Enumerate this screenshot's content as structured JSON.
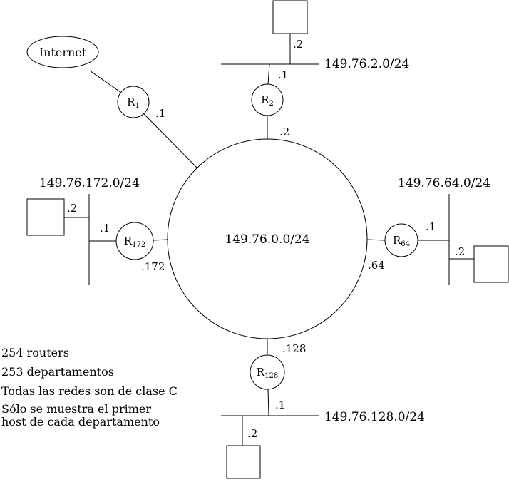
{
  "backbone": {
    "label": "149.76.0.0/24"
  },
  "internet": {
    "label": "Internet"
  },
  "routers": {
    "r1": {
      "base": "R",
      "sub": "1"
    },
    "r2": {
      "base": "R",
      "sub": "2"
    },
    "r64": {
      "base": "R",
      "sub": "64"
    },
    "r128": {
      "base": "R",
      "sub": "128"
    },
    "r172": {
      "base": "R",
      "sub": "172"
    }
  },
  "subnets": {
    "top": {
      "label": "149.76.2.0/24"
    },
    "left": {
      "label": "149.76.172.0/24"
    },
    "right": {
      "label": "149.76.64.0/24"
    },
    "bottom": {
      "label": "149.76.128.0/24"
    }
  },
  "ports": {
    "r1_backbone": ".1",
    "r2_subnet": ".1",
    "r2_backbone": ".2",
    "top_host": ".2",
    "r172_subnet": ".1",
    "r172_backbone": ".172",
    "left_host": ".2",
    "r64_subnet": ".1",
    "r64_backbone": ".64",
    "right_host": ".2",
    "r128_subnet": ".1",
    "r128_backbone": ".128",
    "bottom_host": ".2"
  },
  "notes": [
    "254 routers",
    "253 departamentos",
    "Todas las redes son de clase C",
    "Sólo se muestra el primer",
    "host de cada departamento"
  ]
}
